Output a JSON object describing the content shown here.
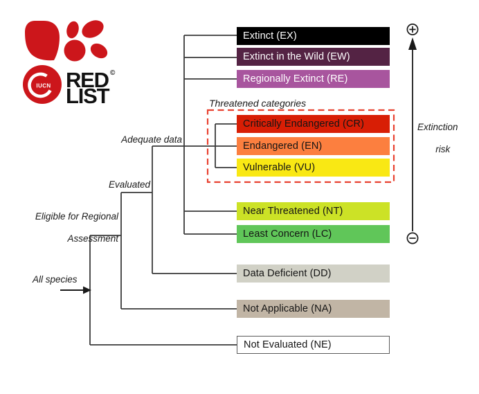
{
  "logo": {
    "brand_line1": "RED",
    "brand_line2": "LIST",
    "copyright": "©",
    "roundel_text": "IUCN",
    "red": "#CC161B"
  },
  "labels": {
    "all_species": "All species",
    "eligible_line1": "Eligible for Regional",
    "eligible_line2": "Assessment",
    "evaluated": "Evaluated",
    "adequate_data": "Adequate data",
    "threatened_categories": "Threatened categories",
    "extinction_risk_line1": "Extinction",
    "extinction_risk_line2": "risk"
  },
  "icons": {
    "risk_high": "plus-circle",
    "risk_low": "minus-circle",
    "flow_arrow": "right-arrow",
    "risk_axis": "up-arrow"
  },
  "categories": [
    {
      "code": "EX",
      "label": "Extinct (EX)",
      "color": "#000000",
      "text": "#ffffff"
    },
    {
      "code": "EW",
      "label": "Extinct in the Wild (EW)",
      "color": "#542344",
      "text": "#ffffff"
    },
    {
      "code": "RE",
      "label": "Regionally Extinct (RE)",
      "color": "#A8559E",
      "text": "#ffffff"
    },
    {
      "code": "CR",
      "label": "Critically Endangered (CR)",
      "color": "#D81E05",
      "text": "#141414"
    },
    {
      "code": "EN",
      "label": "Endangered (EN)",
      "color": "#FC7F3F",
      "text": "#141414"
    },
    {
      "code": "VU",
      "label": "Vulnerable (VU)",
      "color": "#F9E814",
      "text": "#141414"
    },
    {
      "code": "NT",
      "label": "Near Threatened (NT)",
      "color": "#CCE226",
      "text": "#141414"
    },
    {
      "code": "LC",
      "label": "Least Concern (LC)",
      "color": "#60C659",
      "text": "#141414"
    },
    {
      "code": "DD",
      "label": "Data Deficient (DD)",
      "color": "#D1D1C6",
      "text": "#141414"
    },
    {
      "code": "NA",
      "label": "Not Applicable (NA)",
      "color": "#C1B5A5",
      "text": "#141414"
    },
    {
      "code": "NE",
      "label": "Not Evaluated (NE)",
      "color": "#FFFFFF",
      "text": "#141414"
    }
  ],
  "styles": {
    "line_color": "#3a3a3a",
    "dashed_box_color": "#E8402F"
  }
}
